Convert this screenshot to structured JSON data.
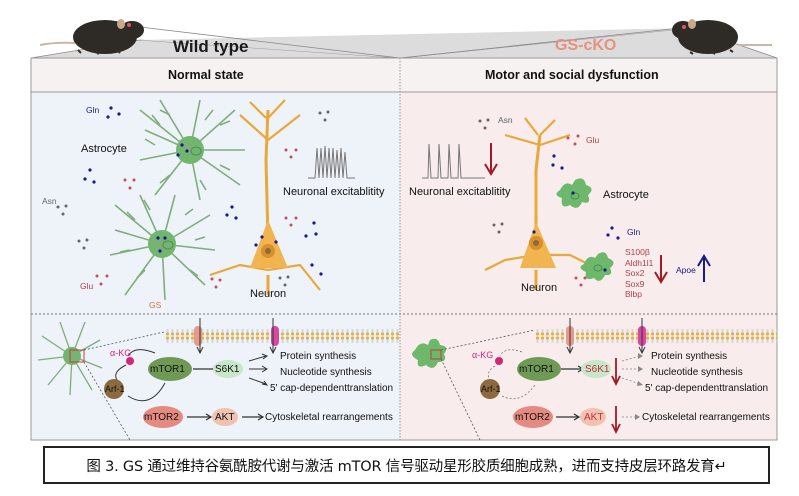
{
  "header": {
    "left_condition": "Wild type",
    "right_condition": "GS-cKO",
    "left_state": "Normal state",
    "right_state": "Motor and social dysfunction"
  },
  "left_panel": {
    "labels": {
      "gln": "Gln",
      "astrocyte": "Astrocyte",
      "asn": "Asn",
      "glu": "Glu",
      "gs": "GS",
      "neuronal_excitability": "Neuronal excitablitity",
      "neuron": "Neuron"
    }
  },
  "right_panel": {
    "labels": {
      "asn": "Asn",
      "glu": "Glu",
      "neuronal_excitability": "Neuronal excitablitity",
      "astrocyte": "Astrocyte",
      "gln": "Gln",
      "neuron": "Neuron",
      "apoe": "Apoe"
    },
    "downregulated_markers": [
      "S100β",
      "Aldh1l1",
      "Sox2",
      "Sox9",
      "Blbp"
    ]
  },
  "pathway_left": {
    "akg": "α-KG",
    "arf1": "Arf-1",
    "mtor1": "mTOR1",
    "mtor2": "mTOR2",
    "s6k1": "S6K1",
    "akt": "AKT",
    "outputs": [
      "Protein synthesis",
      "Nucleotide synthesis",
      "5' cap-dependenttranslation"
    ],
    "akt_output": "Cytoskeletal rearrangements"
  },
  "pathway_right": {
    "akg": "α-KG",
    "arf1": "Arf-1",
    "mtor1": "mTOR1",
    "mtor2": "mTOR2",
    "s6k1": "S6K1",
    "akt": "AKT",
    "outputs": [
      "Protein synthesis",
      "Nucleotide synthesis",
      "5' cap-dependenttranslation"
    ],
    "akt_output": "Cytoskeletal rearrangements"
  },
  "caption": "图 3. GS 通过维持谷氨酰胺代谢与激活 mTOR 信号驱动星形胶质细胞成熟，进而支持皮层环路发育↵",
  "colors": {
    "gln": "#1a1a8c",
    "glu": "#b0404a",
    "asn": "#666666",
    "gs": "#d07040",
    "gs_cko": "#e8917f",
    "down_arrow": "#a01c24",
    "up_arrow": "#1a1a8c",
    "astrocyte": "#6db86a",
    "neuron": "#e8a83a",
    "left_bg": "#eef2f9",
    "right_bg": "#f8ecec",
    "akg": "#d6247a"
  }
}
